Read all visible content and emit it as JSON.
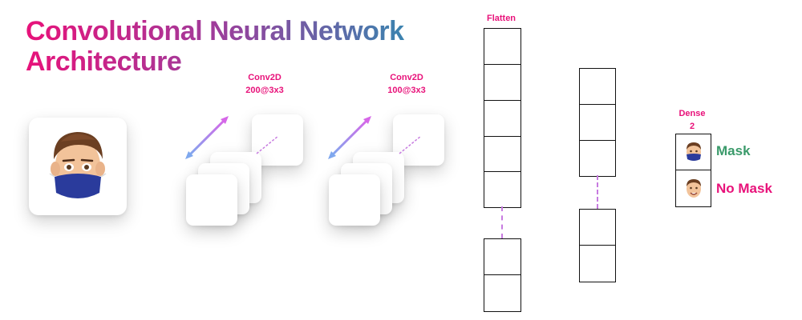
{
  "title": {
    "line1": "Convolutional Neural Network",
    "line2": "Architecture"
  },
  "conv1": {
    "name": "Conv2D",
    "spec": "200@3x3"
  },
  "conv2": {
    "name": "Conv2D",
    "spec": "100@3x3"
  },
  "flatten": {
    "name": "Flatten"
  },
  "dense": {
    "name": "Dense",
    "units": "2"
  },
  "outputs": [
    {
      "label": "Mask",
      "color": "#3a9a6a"
    },
    {
      "label": "No Mask",
      "color": "#e8127a"
    }
  ],
  "colors": {
    "accent": "#e8127a",
    "connector": "#c77be0",
    "mask_blue": "#2a3b9c"
  },
  "icons": [
    "masked-face-icon",
    "unmasked-face-icon"
  ]
}
